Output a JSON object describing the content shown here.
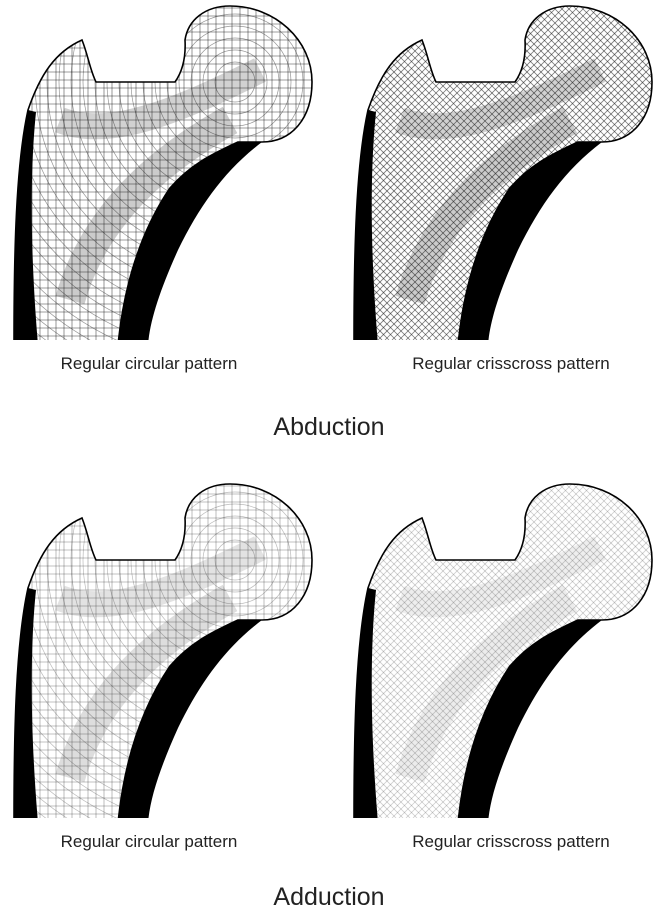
{
  "figure": {
    "sections": [
      {
        "title": "Abduction",
        "panels": [
          {
            "caption": "Regular circular pattern",
            "pattern": "circular",
            "ink": "dense",
            "hatch_color": "#111111",
            "cortex_color": "#000000"
          },
          {
            "caption": "Regular crisscross pattern",
            "pattern": "crisscross",
            "ink": "dense",
            "hatch_color": "#111111",
            "cortex_color": "#000000"
          }
        ]
      },
      {
        "title": "Adduction",
        "panels": [
          {
            "caption": "Regular circular pattern",
            "pattern": "circular",
            "ink": "medium",
            "hatch_color": "#222222",
            "cortex_color": "#000000"
          },
          {
            "caption": "Regular crisscross pattern",
            "pattern": "crisscross",
            "ink": "light",
            "hatch_color": "#333333",
            "cortex_color": "#000000"
          }
        ]
      }
    ]
  }
}
